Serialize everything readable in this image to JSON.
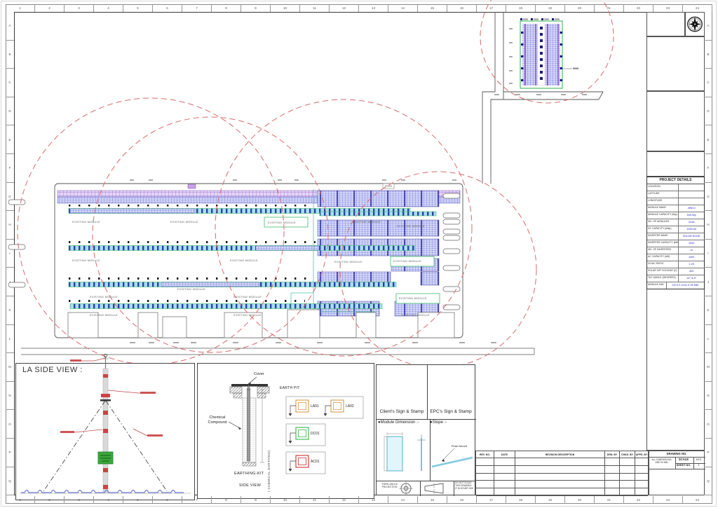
{
  "sheet": {
    "top_numbers": [
      "1",
      "2",
      "3",
      "4",
      "5",
      "6",
      "7",
      "8",
      "9",
      "10",
      "11",
      "12",
      "13",
      "14",
      "15",
      "16",
      "17",
      "18",
      "19",
      "20",
      "21",
      "22",
      "23",
      "24"
    ],
    "side_letters": [
      "A",
      "B",
      "C",
      "D",
      "E",
      "F",
      "G",
      "H",
      "I",
      "J",
      "K",
      "L",
      "M",
      "N",
      "O",
      "P",
      "Q"
    ],
    "compass_icon": "compass-rose-icon"
  },
  "project_details": {
    "title": "PROJECT DETAILS",
    "rows": [
      {
        "label": "LOCATION",
        "value": ""
      },
      {
        "label": "LATITUDE",
        "value": ""
      },
      {
        "label": "LONGITUDE",
        "value": ""
      },
      {
        "label": "MODULE MAKE",
        "value": "JINKO"
      },
      {
        "label": "MODULE CAPACITY (Wp)",
        "value": "540 Wp"
      },
      {
        "label": "NO. OF MODULES",
        "value": "2316"
      },
      {
        "label": "DC CAPACITY (kWp)",
        "value": "1250.64"
      },
      {
        "label": "INVERTER MAKE",
        "value": "SOLAR EDGE"
      },
      {
        "label": "INVERTER CAPACITY (kW)",
        "value": "1000"
      },
      {
        "label": "NO. OF INVERTERS",
        "value": "11"
      },
      {
        "label": "AC CAPACITY (kW)",
        "value": "1000"
      },
      {
        "label": "DC/AC RATIO",
        "value": "1.25"
      },
      {
        "label": "SOLAR O/P VOLTAGE (V)",
        "value": "400"
      },
      {
        "label": "TILT ANGLE (DEGREES)",
        "value": "14° & 8°"
      },
      {
        "label": "MODULE DIM",
        "value": "2274 X 1134 X 35 MM"
      }
    ]
  },
  "revision_table": {
    "headers": [
      "REV. NO.",
      "DATE",
      "REVISION DESCRIPTION",
      "DRN. BY",
      "CHKD. BY",
      "APPD. BY"
    ],
    "empty_rows": 5
  },
  "title_block": {
    "drawing_no_label": "DRAWING NO.",
    "all_dims": "ALL DIMENSIONS ARE IN MM",
    "scale_label": "SCALE",
    "scale_value": "NTS",
    "sheet_label": "SHEET NO.",
    "sheet_value": "1"
  },
  "stamps": {
    "client": "Client's Sign & Stamp",
    "epc": "EPC's Sign & Stamp",
    "module_dimension": "●Module Dimension :-",
    "slope": "●Slope :-",
    "flush_mount": "Flush Mount",
    "third_angle": "THIRD-ANGLE PROJECTION",
    "do_not_scale": "DO NOT SCALE THIS DRAWING IF IN DOUBT ASK"
  },
  "la_side_view": {
    "title": "LA SIDE VIEW :"
  },
  "earthing": {
    "cover": "Cover",
    "chemical_compound": "Chemical Compound",
    "kit_label": "EARTHING-KIT",
    "side_view": "SIDE VIEW",
    "chemical_earthing": "( CHEMICAL EARTHING)",
    "earth_pit": "EARTH PIT",
    "pits": [
      {
        "id": "LA01",
        "color": "#d89a4a"
      },
      {
        "id": "LA02",
        "color": "#d89a4a"
      },
      {
        "id": "DC01",
        "color": "#3cb54a"
      },
      {
        "id": "AC01",
        "color": "#cc3333"
      }
    ]
  },
  "plan": {
    "existing_module": "EXISTING MODULE"
  },
  "colors": {
    "value_blue": "#2323cc",
    "module_line_blue": "#5b5ec9",
    "module_purple": "#9a5fd0",
    "walkway_cyan": "#aadfee",
    "green_outline": "#3dbf6e",
    "red_dashed": "#d96b6b"
  }
}
